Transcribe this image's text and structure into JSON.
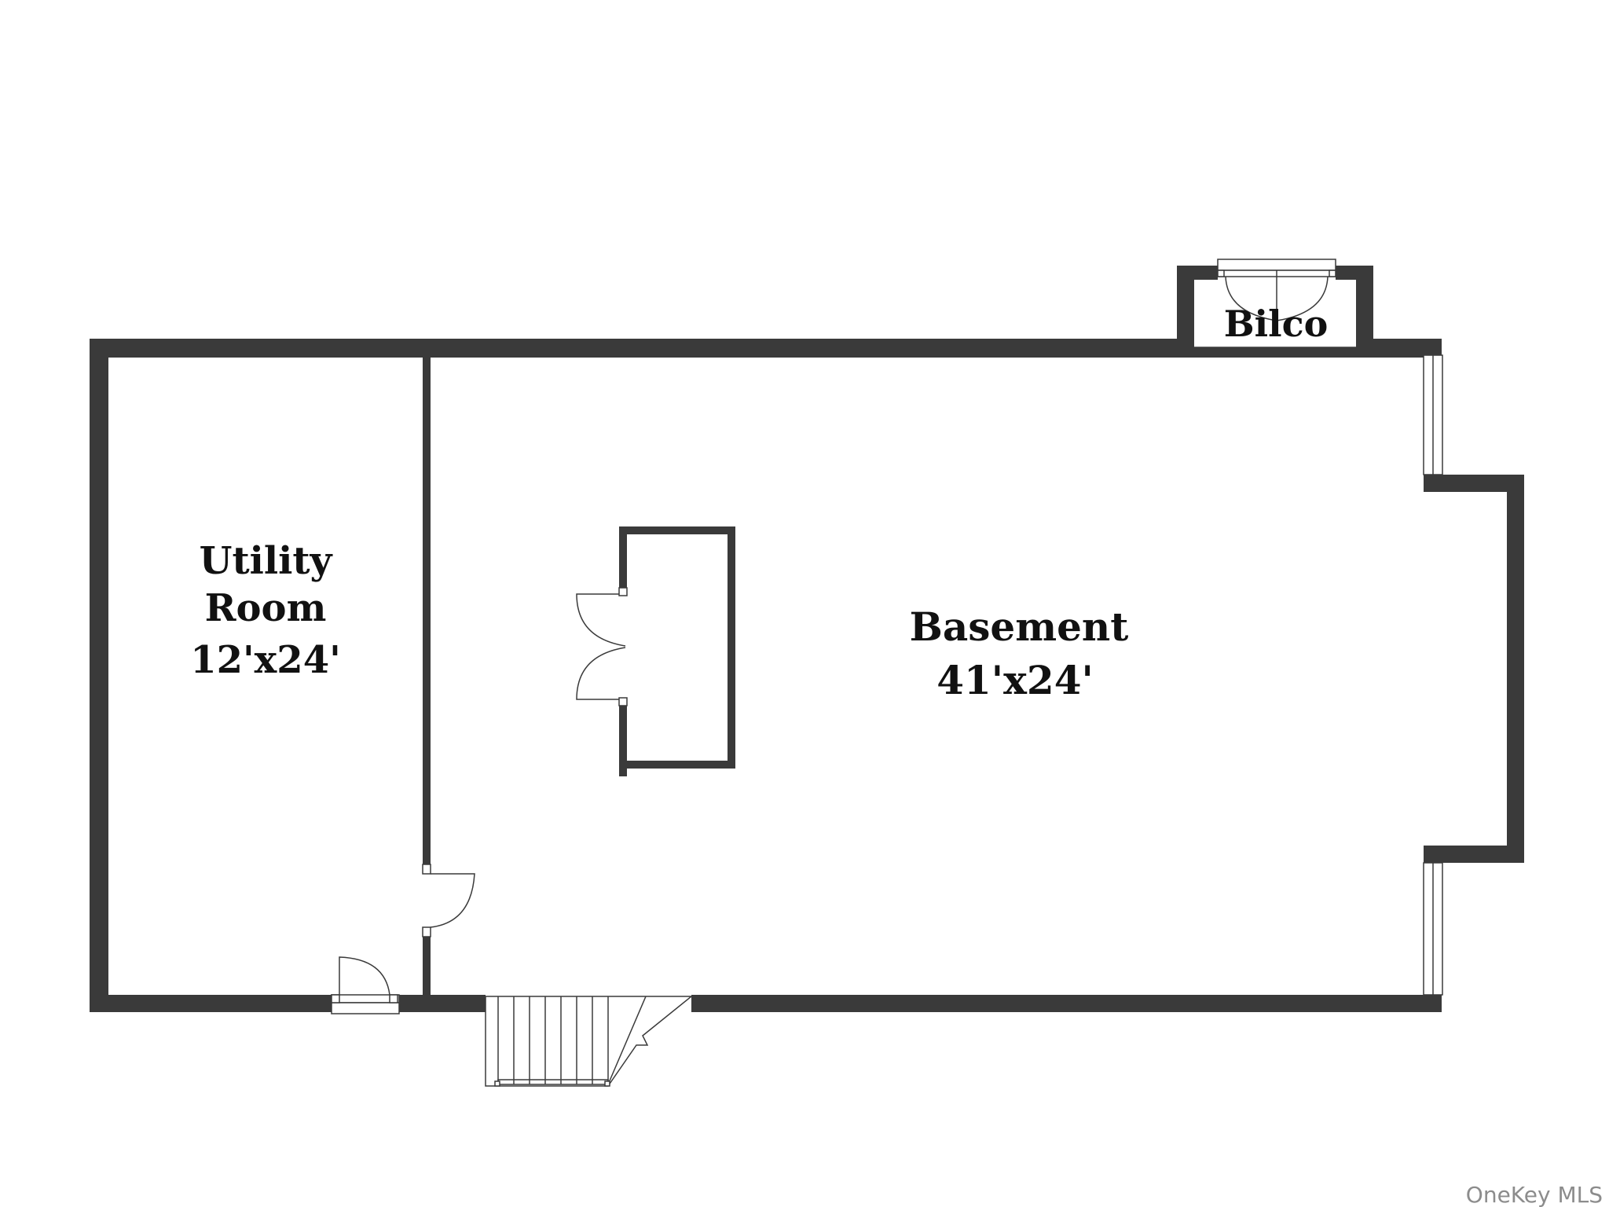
{
  "rooms": {
    "utility": {
      "name_line1": "Utility",
      "name_line2": "Room",
      "dimensions": "12'x24'"
    },
    "basement": {
      "name": "Basement",
      "dimensions": "41'x24'"
    },
    "bilco": {
      "name": "Bilco"
    }
  },
  "watermark": "OneKey MLS",
  "colors": {
    "wall": "#3a3a3a",
    "text": "#111111",
    "watermark": "#8c8c8c"
  }
}
